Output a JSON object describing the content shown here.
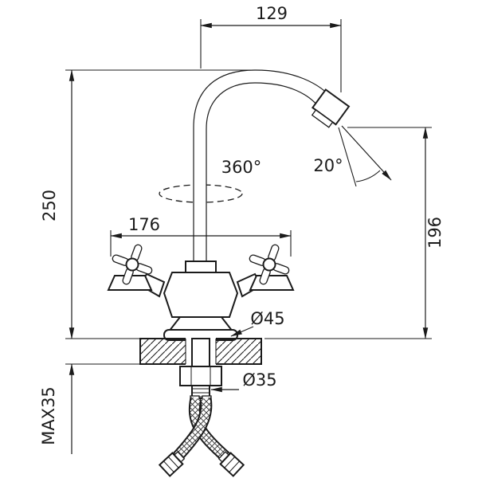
{
  "labels": {
    "dim_spout_reach": "129",
    "dim_overall_height": "250",
    "dim_handle_span": "176",
    "dim_spout_height": "196",
    "swivel_angle": "360°",
    "spray_angle": "20°",
    "base_diameter": "Ø45",
    "shank_diameter": "Ø35",
    "max_mount_thickness": "MAX35"
  },
  "colors": {
    "line": "#1b1b1b",
    "background": "#ffffff"
  }
}
